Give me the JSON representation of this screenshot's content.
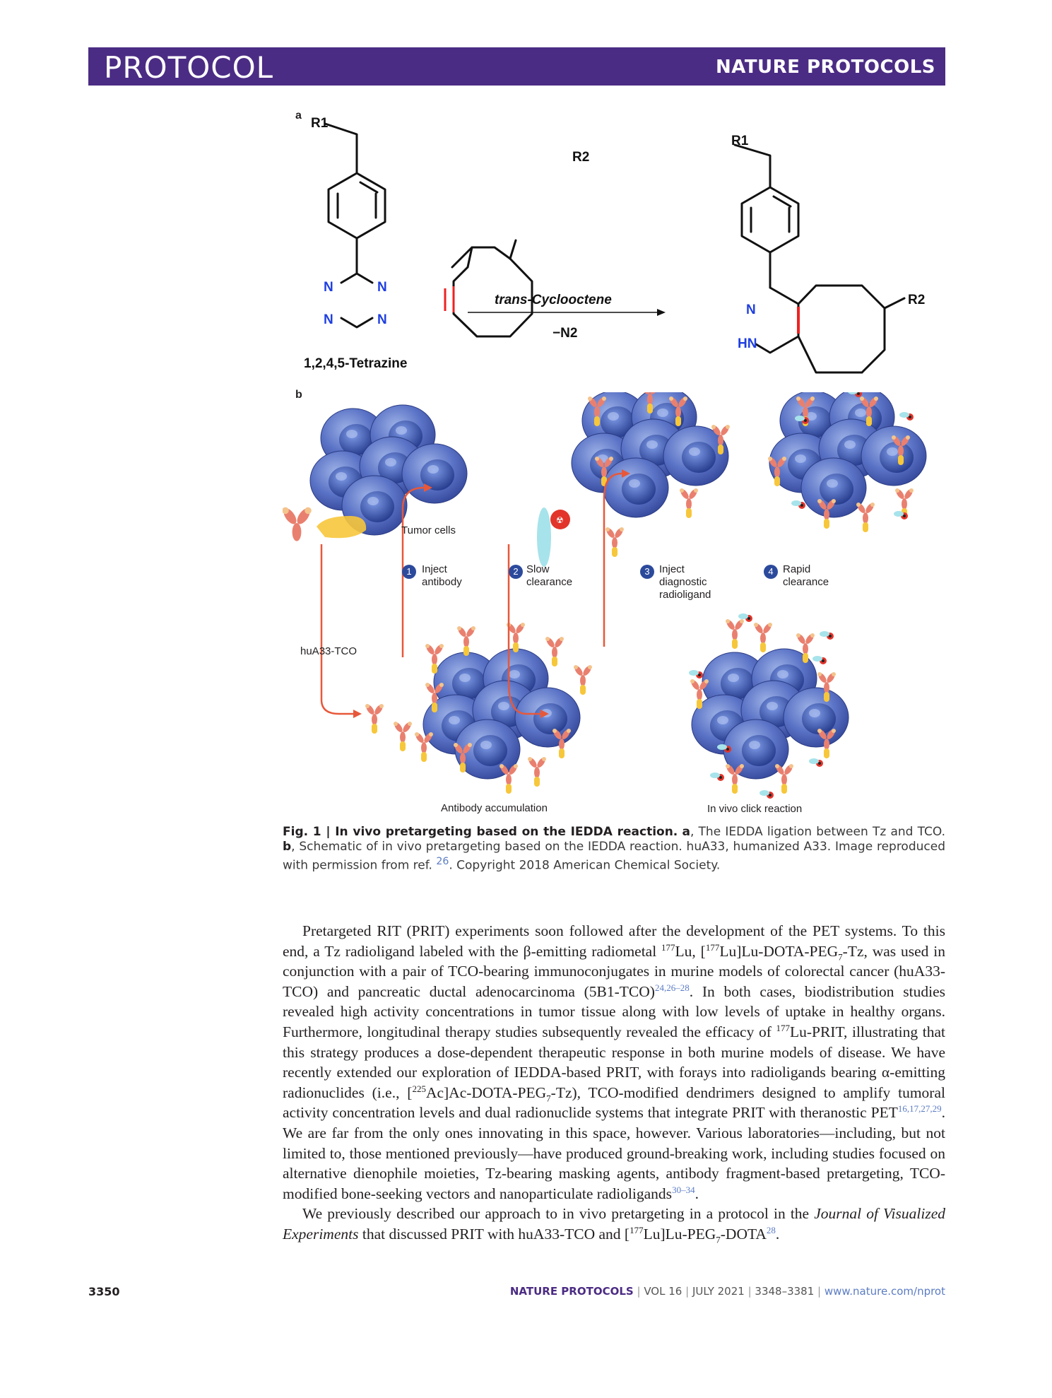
{
  "header": {
    "section": "PROTOCOL",
    "journal": "NATURE PROTOCOLS"
  },
  "figure": {
    "panel_a_label": "a",
    "panel_b_label": "b",
    "chem": {
      "r1": "R1",
      "r2": "R2",
      "n": "N",
      "hn": "HN",
      "tetrazine_name": "1,2,4,5-Tetrazine",
      "arrow_top": "trans-Cyclooctene",
      "arrow_bottom": "−N2"
    },
    "scheme": {
      "tumor_cells": "Tumor cells",
      "steps": [
        {
          "num": "1",
          "line1": "Inject",
          "line2": "antibody",
          "line3": ""
        },
        {
          "num": "2",
          "line1": "Slow",
          "line2": "clearance",
          "line3": ""
        },
        {
          "num": "3",
          "line1": "Inject",
          "line2": "diagnostic",
          "line3": "radioligand"
        },
        {
          "num": "4",
          "line1": "Rapid",
          "line2": "clearance",
          "line3": ""
        }
      ],
      "conjugate_label": "huA33-TCO",
      "antibody_accumulation": "Antibody accumulation",
      "click_reaction": "In vivo click reaction"
    },
    "caption": {
      "fig_label": "Fig. 1 | In vivo pretargeting based on the IEDDA reaction.",
      "a_letter": "a",
      "a_text": ", The IEDDA ligation between Tz and TCO. ",
      "b_letter": "b",
      "b_text": ", Schematic of in vivo pretargeting based on the IEDDA reaction. huA33, humanized A33. Image reproduced with permission from ref. ",
      "ref": "26",
      "end": ". Copyright 2018 American Chemical Society."
    }
  },
  "body": {
    "p1": {
      "t1": "Pretargeted RIT (PRIT) experiments soon followed after the development of the PET systems. To this end, a Tz radioligand labeled with the β-emitting radiometal ",
      "s1": "177",
      "t2": "Lu, [",
      "s2": "177",
      "t3": "Lu]Lu-DOTA-PEG",
      "b1": "7",
      "t4": "-Tz, was used in conjunction with a pair of TCO-bearing immunoconjugates in murine models of colorectal cancer (huA33-TCO) and pancreatic ductal adenocarcinoma (5B1-TCO)",
      "r1": "24,26–28",
      "t5": ". In both cases, biodistribution studies revealed high activity concentrations in tumor tissue along with low levels of uptake in healthy organs. Furthermore, longitudinal therapy studies subsequently revealed the efficacy of ",
      "s3": "177",
      "t6": "Lu-PRIT, illustrating that this strategy produces a dose-dependent therapeutic response in both murine models of disease. We have recently extended our exploration of IEDDA-based PRIT, with forays into radioligands bearing α-emitting radionuclides (i.e., [",
      "s4": "225",
      "t7": "Ac]Ac-DOTA-PEG",
      "b2": "7",
      "t8": "-Tz), TCO-modified dendrimers designed to amplify tumoral activity concentration levels and dual radionuclide systems that integrate PRIT with theranostic PET",
      "r2": "16,17,27,29",
      "t9": ". We are far from the only ones innovating in this space, however. Various laboratories—including, but not limited to, those mentioned previously—have produced ground-breaking work, including studies focused on alternative dienophile moieties, Tz-bearing masking agents, antibody fragment-based pretargeting, TCO-modified bone-seeking vectors and nanoparticulate radioligands",
      "r3": "30–34",
      "t10": "."
    },
    "p2": {
      "t1": "We previously described our approach to in vivo pretargeting in a protocol in the ",
      "journal": "Journal of Visualized Experiments",
      "t2": " that discussed PRIT with huA33-TCO and [",
      "s1": "177",
      "t3": "Lu]Lu-PEG",
      "b1": "7",
      "t4": "-DOTA",
      "r1": "28",
      "t5": "."
    }
  },
  "footer": {
    "page": "3350",
    "journal": "NATURE PROTOCOLS",
    "vol": "VOL 16",
    "date": "JULY 2021",
    "pages": "3348–3381",
    "url": "www.nature.com/nprot"
  }
}
